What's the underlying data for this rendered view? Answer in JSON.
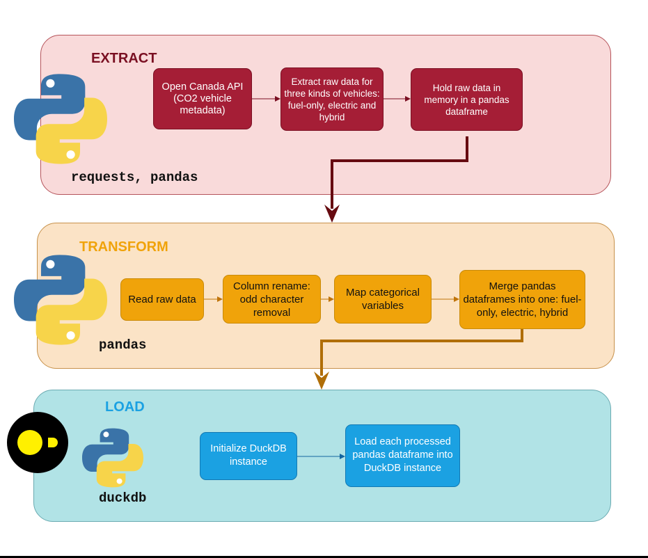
{
  "extract": {
    "title": "EXTRACT",
    "libraries": "requests, pandas",
    "steps": [
      "Open Canada API (CO2 vehicle metadata)",
      "Extract raw data for three kinds of vehicles: fuel-only, electric and hybrid",
      "Hold raw data in memory in a pandas dataframe"
    ]
  },
  "transform": {
    "title": "TRANSFORM",
    "libraries": "pandas",
    "steps": [
      "Read raw data",
      "Column rename: odd character removal",
      "Map categorical variables",
      "Merge pandas dataframes into one: fuel-only, electric, hybrid"
    ]
  },
  "load": {
    "title": "LOAD",
    "libraries": "duckdb",
    "steps": [
      "Initialize DuckDB instance",
      "Load each processed pandas dataframe into DuckDB instance"
    ]
  },
  "icons": [
    "python-logo-icon",
    "python-logo-icon",
    "python-logo-icon",
    "duckdb-logo-icon"
  ],
  "colors": {
    "extract_band": "#f9dada",
    "extract_box": "#a51e36",
    "extract_title": "#7a0f22",
    "transform_band": "#fbe3c6",
    "transform_box": "#f0a30a",
    "transform_title": "#f0a30a",
    "load_band": "#b1e3e6",
    "load_box": "#1ba1e2",
    "load_title": "#1ba1e2"
  }
}
